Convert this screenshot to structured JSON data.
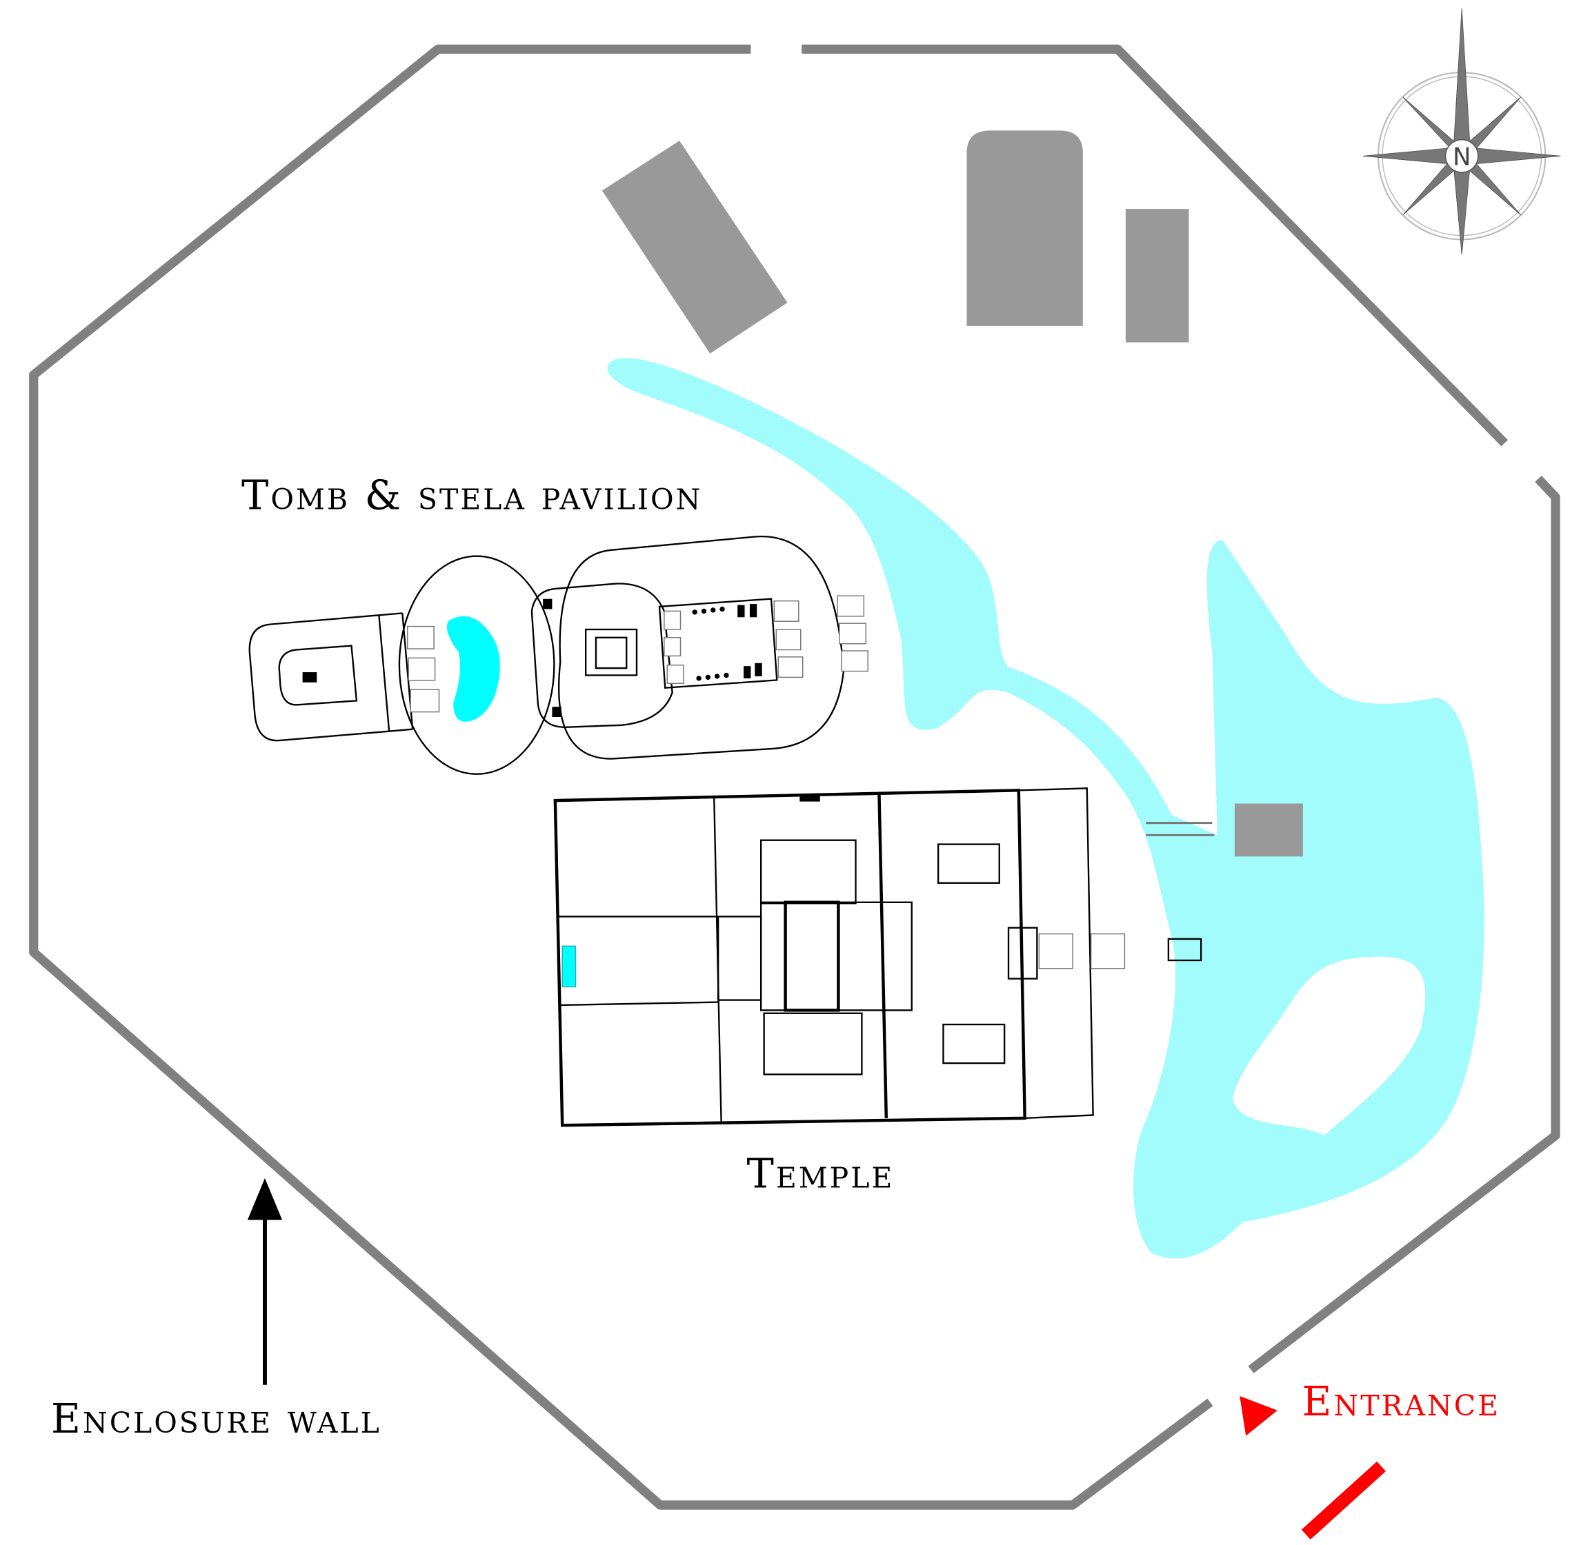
{
  "labels": {
    "tomb": "Tomb & stela pavilion",
    "temple": "Temple",
    "enclosure": "Enclosure wall",
    "entrance": "Entrance",
    "north": "N"
  },
  "colors": {
    "wall": "#808080",
    "building": "#999999",
    "water": "#a3fcfc",
    "pool": "#00ffff",
    "entrance": "#ff0000"
  },
  "icons": {
    "compass": "compass-rose-icon",
    "arrow": "arrow-up-icon",
    "entrance_marker": "triangle-right-icon"
  }
}
